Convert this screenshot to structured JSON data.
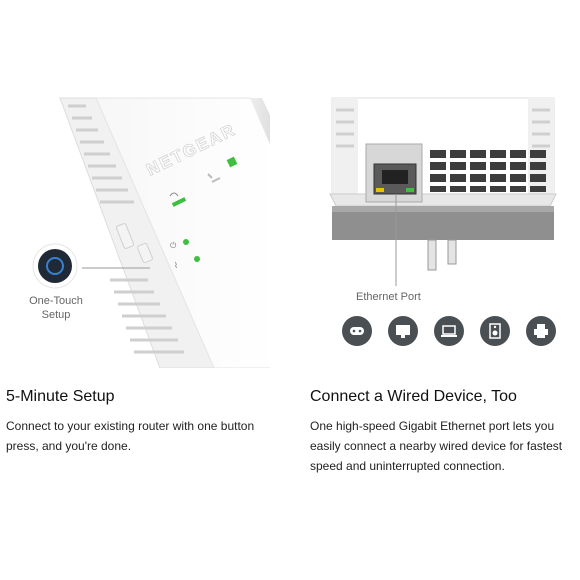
{
  "left_panel": {
    "brand_logo": "NETGEAR",
    "callout": "One-Touch Setup"
  },
  "right_panel": {
    "callout": "Ethernet Port",
    "device_icons": [
      "game-console-icon",
      "smart-tv-icon",
      "laptop-icon",
      "speaker-icon",
      "printer-icon"
    ]
  },
  "features": [
    {
      "title": "5-Minute Setup",
      "description": "Connect to your existing router with one button press, and you're done."
    },
    {
      "title": "Connect a Wired Device, Too",
      "description": "One high-speed Gigabit Ethernet port lets you easily connect a nearby wired device for fastest speed and uninterrupted connection."
    }
  ],
  "colors": {
    "led_green": "#3fbf3f",
    "button_ring": "#3a7fd0",
    "icon_circle": "#4a4f54"
  }
}
